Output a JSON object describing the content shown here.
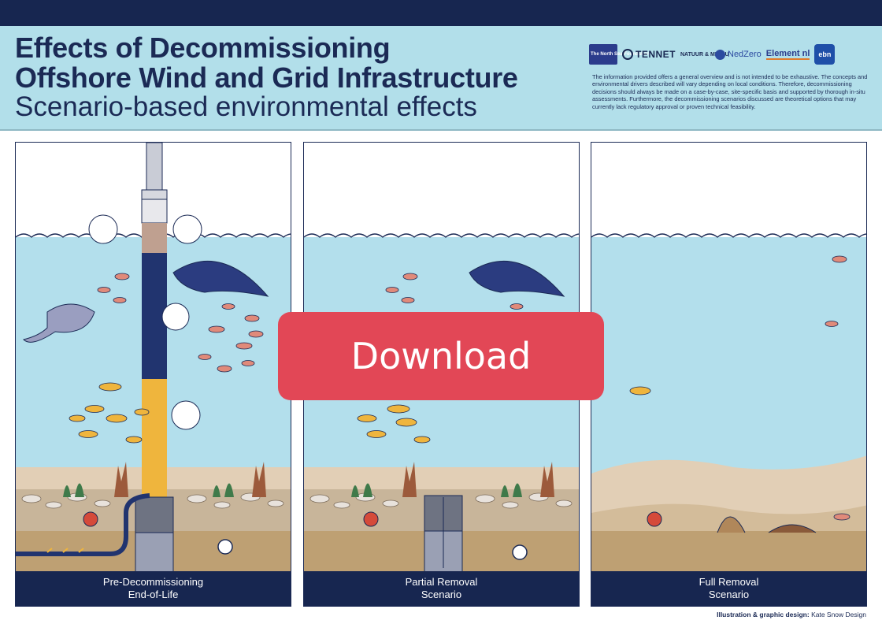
{
  "header": {
    "title_line1": "Effects of Decommissioning",
    "title_line2": "Offshore Wind and Grid Infrastructure",
    "subtitle": "Scenario-based environmental effects",
    "disclaimer": "The information provided offers a general overview and is not intended to be exhaustive. The concepts and environmental drivers described will vary depending on local conditions. Therefore, decommissioning decisions should always be made on a case-by-case, site-specific basis and supported by thorough in-situ assessments. Furthermore, the decommissioning scenarios discussed are theoretical options that may currently lack regulatory approval or proven technical feasibility."
  },
  "logos": {
    "north_sea": "The North Sea Foundation",
    "tennet": "TENNET",
    "natuur": "NATUUR & MILIEU",
    "nedzero": "NedZero",
    "element": "Element nl",
    "ebn": "ebn"
  },
  "panels": [
    {
      "line1": "Pre-Decommissioning",
      "line2": "End-of-Life"
    },
    {
      "line1": "Partial Removal",
      "line2": "Scenario"
    },
    {
      "line1": "Full Removal",
      "line2": "Scenario"
    }
  ],
  "credit": {
    "label": "Illustration & graphic design:",
    "name": "Kate Snow Design"
  },
  "download_label": "Download",
  "colors": {
    "navy": "#172650",
    "header_bg": "#b2dfea",
    "water": "#b3dfec",
    "sand": "#e2cfb6",
    "sediment": "#bea073",
    "download": "#e24756"
  }
}
